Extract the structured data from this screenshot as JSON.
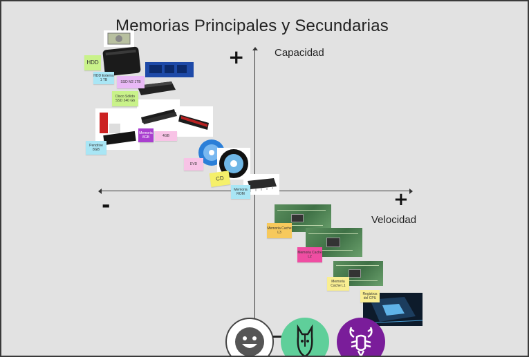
{
  "title": "Memorias Principales y Secundarias",
  "axes": {
    "y_label": "Capacidad",
    "x_label": "Velocidad",
    "plus_top": "+",
    "plus_right": "+",
    "minus_left": "-"
  },
  "notes": {
    "hdd": "HDD",
    "hdd_externo": "HDD Externo 1 TB",
    "ssd_m2": "SSD M2 1TB",
    "ssd_240": "Disco Sólido SSD 240 Gb",
    "pendrive": "Pendrive 8GB",
    "ram_8gb": "Memoria 8GB",
    "ram_4gb": "4GB",
    "dvd": "DVD",
    "cd": "CD",
    "rom": "Memoria ROM",
    "cache_l3": "Memoria Cache L3",
    "cache_l2": "Memoria Cache L2",
    "cache_l1": "Memoria Cache L1",
    "registros": "Registros del CPU"
  },
  "colors": {
    "note_green": "#c9f28a",
    "note_cyan": "#a9e6f5",
    "note_violet": "#e9b9f6",
    "note_purple": "#a93fcf",
    "note_pink_light": "#f8c3e6",
    "note_yellow": "#f5f06a",
    "note_orange": "#f7c95c",
    "note_magenta": "#ef4da2",
    "note_yellow_light": "#f9ee92",
    "avatar_green": "#5fcf9a",
    "avatar_purple": "#7a1d9a"
  },
  "icons": [
    "smiley-avatar-icon",
    "horse-avatar-icon",
    "lobster-avatar-icon"
  ]
}
